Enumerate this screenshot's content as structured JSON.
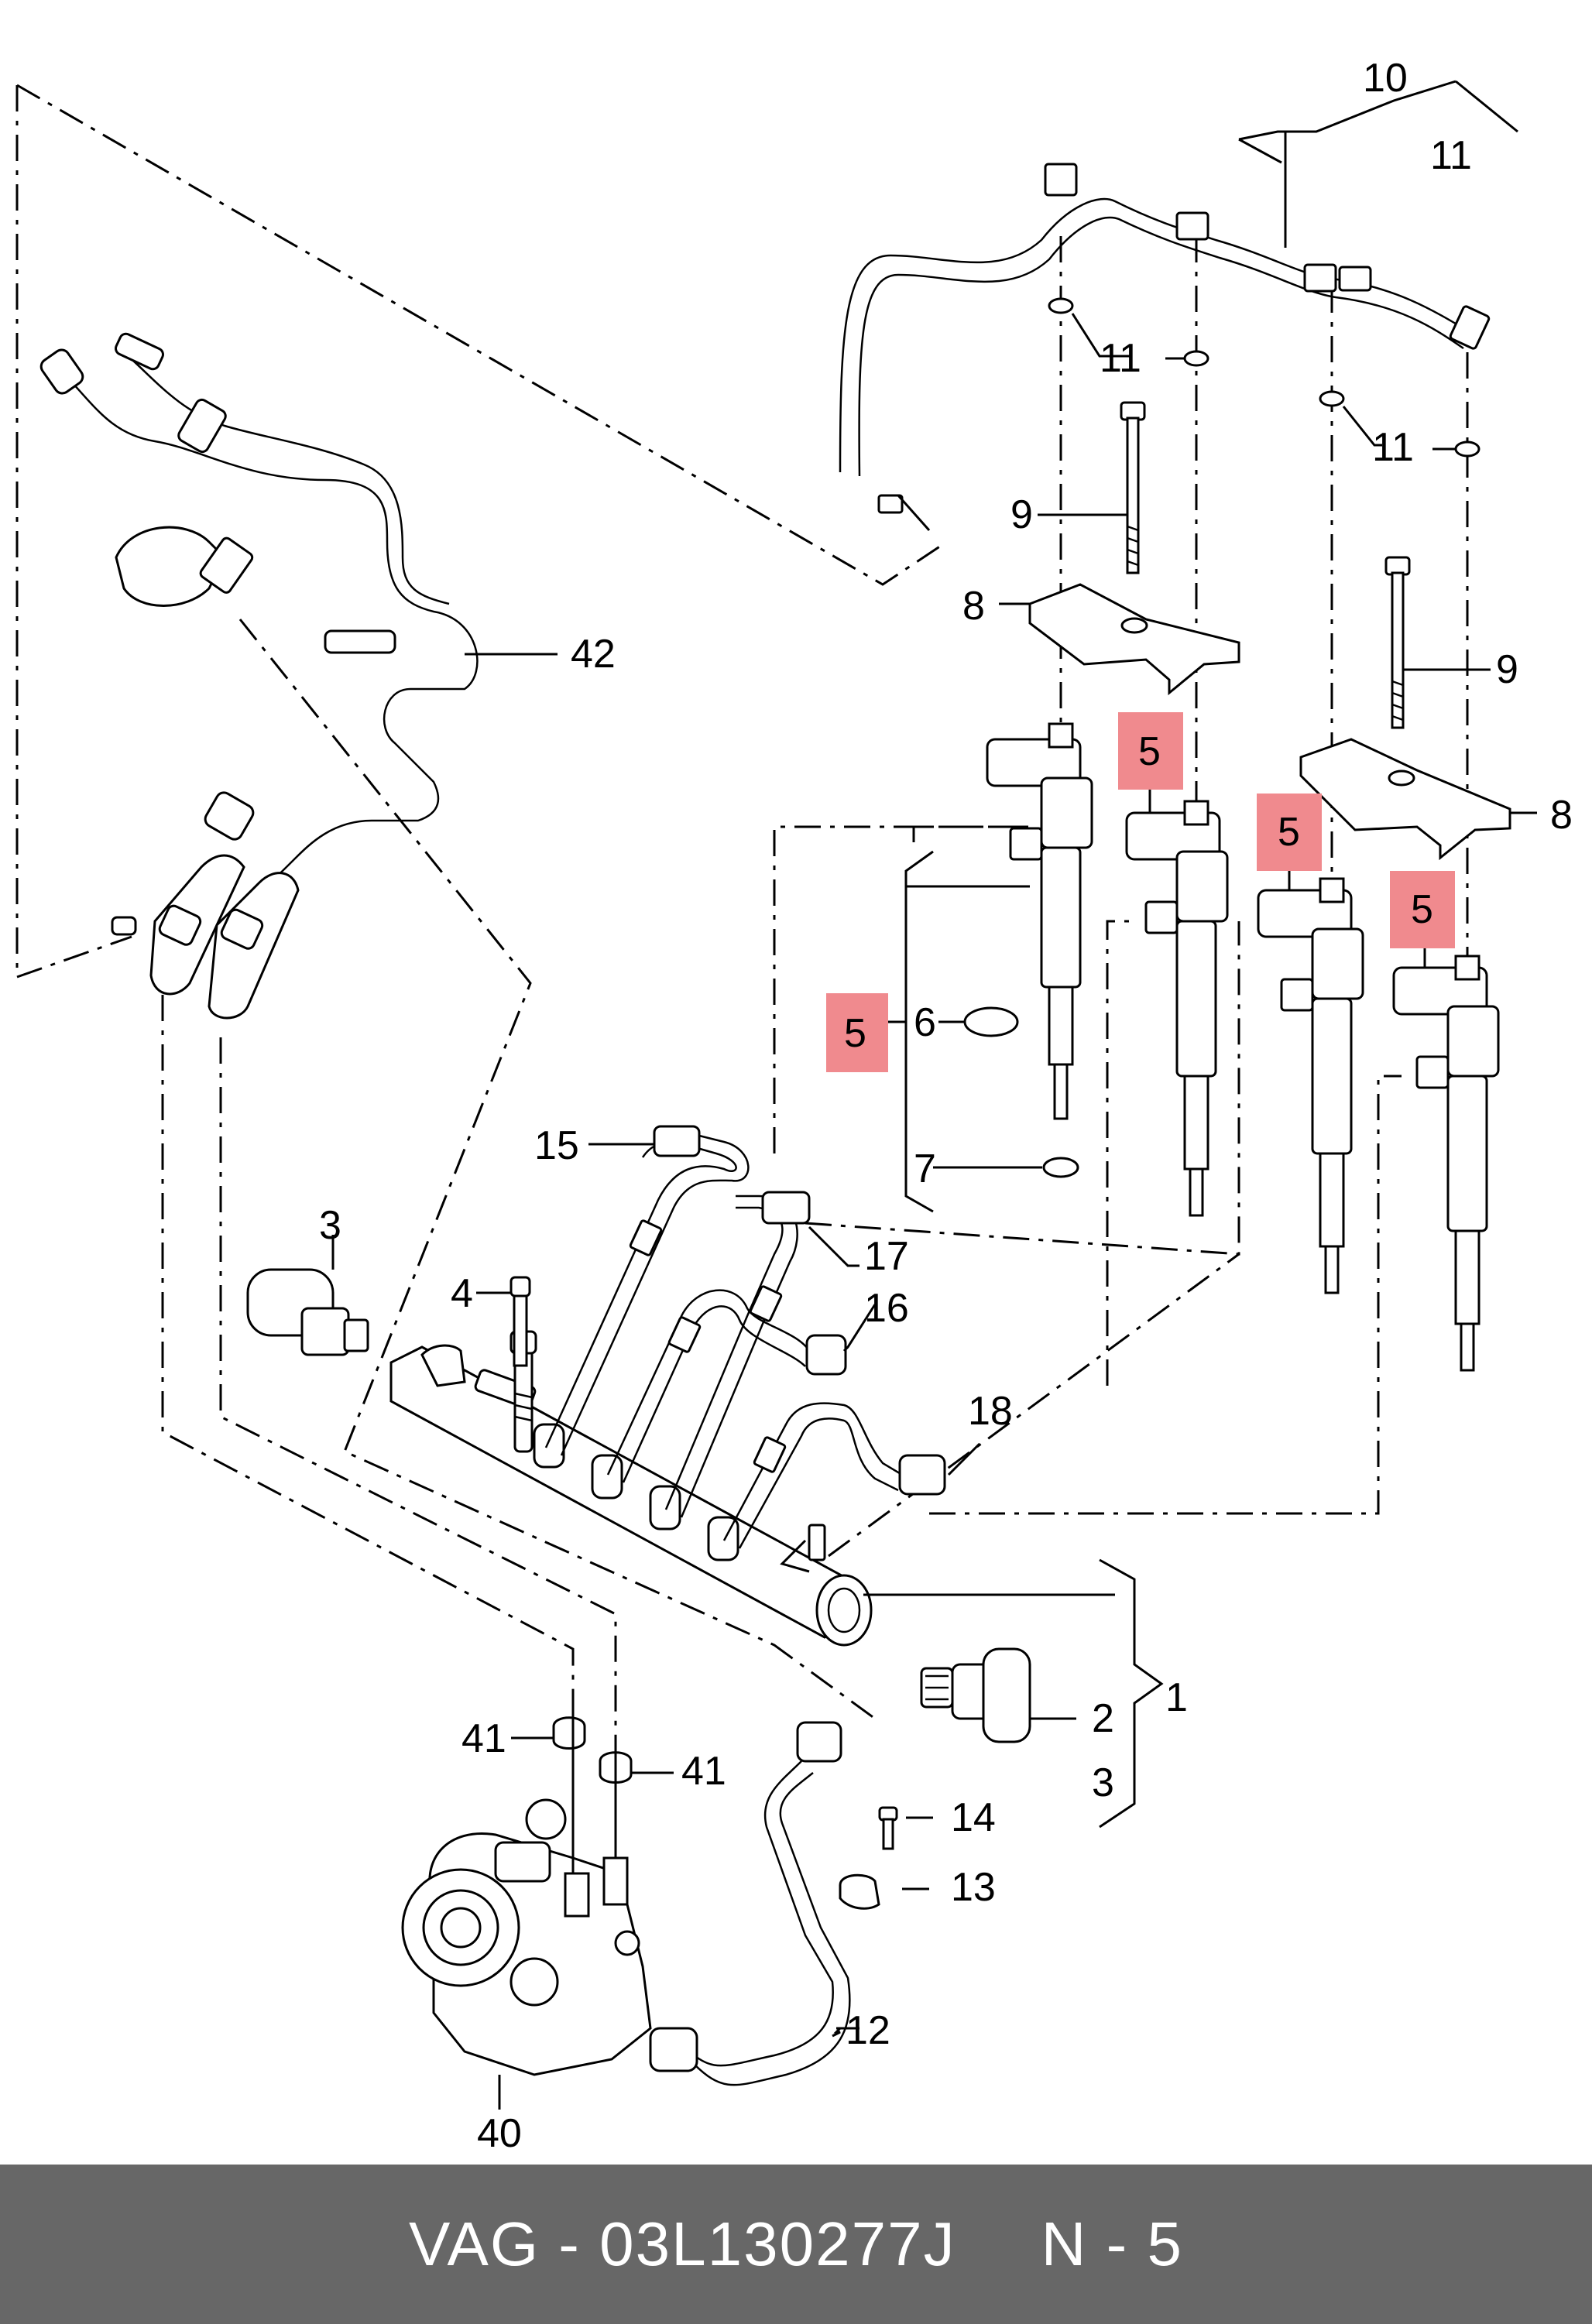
{
  "callouts": {
    "c1": "1",
    "c2": "2",
    "c3a": "3",
    "c3b": "3",
    "c4": "4",
    "c5a": "5",
    "c5b": "5",
    "c5c": "5",
    "c5d": "5",
    "c6": "6",
    "c7": "7",
    "c8a": "8",
    "c8b": "8",
    "c9a": "9",
    "c9b": "9",
    "c10": "10",
    "c11a": "11",
    "c11b": "11",
    "c11c": "11",
    "c11d": "11",
    "c12": "12",
    "c13": "13",
    "c14": "14",
    "c15": "15",
    "c16": "16",
    "c17": "17",
    "c18": "18",
    "c40": "40",
    "c41a": "41",
    "c41b": "41",
    "c42": "42"
  },
  "footer": {
    "part_ref": "VAG - 03L130277J",
    "diagram_ref": "N - 5"
  },
  "colors": {
    "highlight_fill": "#f08a8e",
    "footer_bg": "#676767",
    "footer_text": "#ffffff"
  }
}
